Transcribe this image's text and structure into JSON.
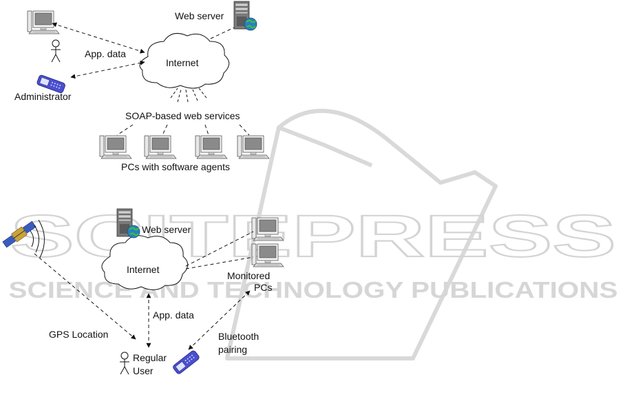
{
  "watermark": {
    "title": "SCITEPRESS",
    "subtitle": "SCIENCE AND TECHNOLOGY PUBLICATIONS"
  },
  "top_diagram": {
    "web_server": "Web server",
    "internet": "Internet",
    "app_data": "App. data",
    "administrator": "Administrator",
    "soap": "SOAP-based web services",
    "pcs": "PCs with software agents"
  },
  "bottom_diagram": {
    "web_server": "Web server",
    "internet": "Internet",
    "monitored_1": "Monitored",
    "monitored_2": "PCs",
    "app_data": "App. data",
    "gps": "GPS Location",
    "bluetooth_1": "Bluetooth",
    "bluetooth_2": "pairing",
    "regular_1": "Regular",
    "regular_2": "User"
  },
  "colors": {
    "line": "#111111",
    "screen": "#8a8a8a",
    "globe": "#2a7fc0",
    "phone": "#4a4fcf",
    "watermark": "#d4d4d4"
  }
}
